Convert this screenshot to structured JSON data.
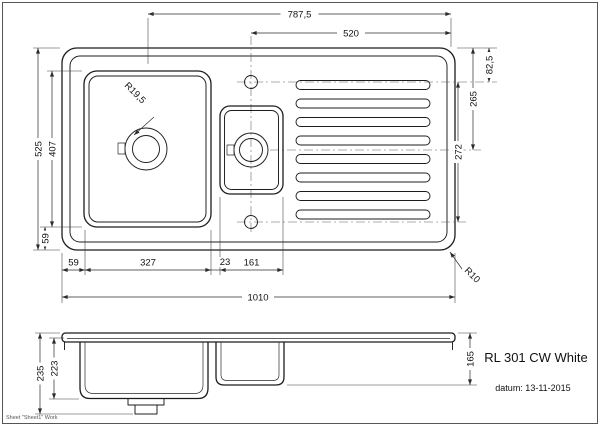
{
  "drawing": {
    "title": "RL 301 CW White",
    "date": "datum: 13-11-2015",
    "sheet_note": "Sheet \"Sheet1\" Work",
    "dims": {
      "top_overall": "787,5",
      "top_right_span": "520",
      "right_edge_to_hole": "82,5",
      "right_to_drain": "265",
      "right_hole_span": "272",
      "left_overall": "525",
      "left_basin": "407",
      "left_margin": "59",
      "bottom_margin": "59",
      "bottom_basin": "327",
      "bottom_divider": "23",
      "bottom_small_basin": "161",
      "bottom_overall": "1010",
      "basin_corner_radius": "R19,5",
      "outer_corner_radius": "R10",
      "depth_overall": "235",
      "depth_basin": "223",
      "depth_right": "165"
    }
  }
}
